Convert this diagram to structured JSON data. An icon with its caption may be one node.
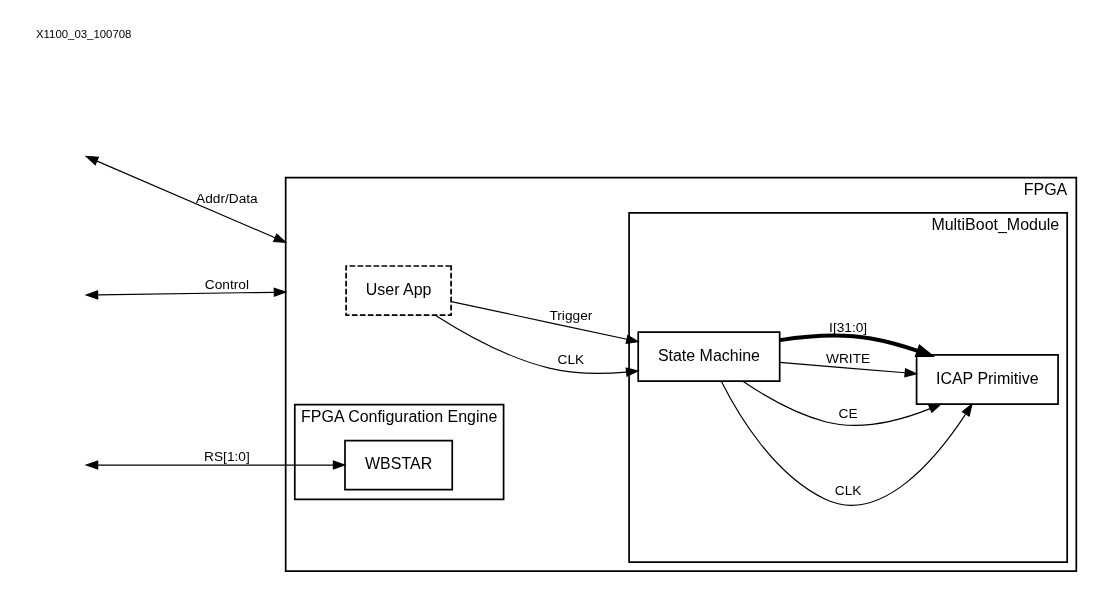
{
  "diagram": {
    "nodes": [
      {
        "text": [
          "FPGA"
        ]
      },
      {
        "text": [
          "User App"
        ],
        "in": 0
      },
      {
        "text": [
          "MultiBoot_Module"
        ],
        "in": 0
      },
      {
        "text": [
          "State Machine"
        ],
        "in": 2
      },
      {
        "text": [
          "ICAP Primitive"
        ],
        "in": 2
      },
      {
        "text": [
          "FPGA Configuration Engine"
        ],
        "in": 0
      },
      {
        "text": [
          "WBSTAR"
        ],
        "in": 5
      }
    ],
    "edges": [
      {
        "from": 1,
        "to": 3,
        "label": "CLK",
        "arrow": "to"
      },
      {
        "from": 1,
        "to": 3,
        "label": "Trigger",
        "arrow": "to"
      },
      {
        "from": 3,
        "to": 4,
        "label": "CLK",
        "arrow": "to"
      },
      {
        "from": 3,
        "to": 4,
        "label": "CE",
        "arrow": "to"
      },
      {
        "from": 3,
        "to": 4,
        "label": "WRITE",
        "arrow": "to"
      },
      {
        "from": 3,
        "to": 4,
        "label": "I[31:0]",
        "arrow": "to",
        "style": "thick"
      },
      {
        "from": null,
        "to": 0,
        "label": "Addr/Data",
        "arrow": "both"
      },
      {
        "from": null,
        "to": 0,
        "label": "Control",
        "arrow": "both"
      },
      {
        "from": null,
        "to": 6,
        "label": "RS[1:0]",
        "arrow": "both"
      }
    ],
    "labels": [
      "X1100_03_100708"
    ]
  }
}
